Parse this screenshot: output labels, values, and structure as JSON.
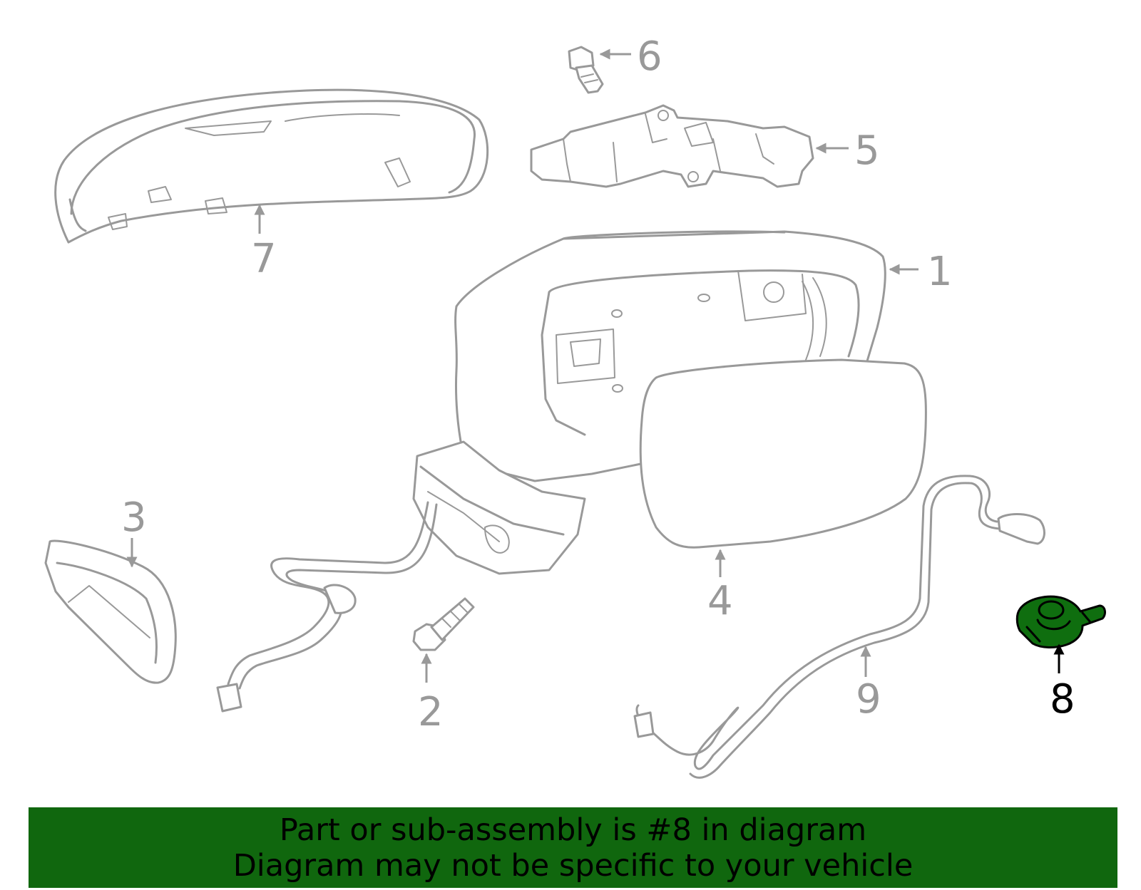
{
  "callouts": {
    "c1": "1",
    "c2": "2",
    "c3": "3",
    "c4": "4",
    "c5": "5",
    "c6": "6",
    "c7": "7",
    "c8": "8",
    "c9": "9"
  },
  "highlighted_part": "8",
  "colors": {
    "line": "#999999",
    "highlight_fill": "#0f6e0f",
    "highlight_outline": "#000000",
    "banner_background": "#10670e",
    "banner_text": "#000000"
  },
  "banner": {
    "line1": "Part or sub-assembly is #8 in diagram",
    "line2": "Diagram may not be specific to your vehicle"
  }
}
